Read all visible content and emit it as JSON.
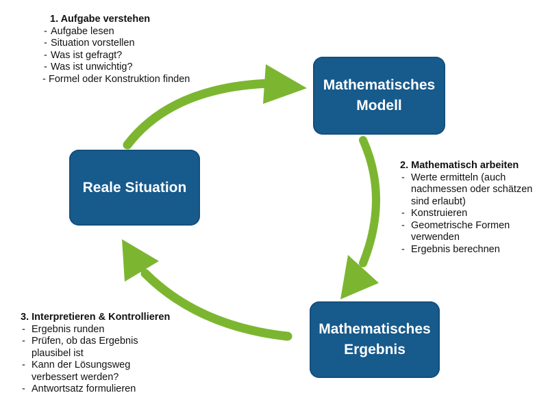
{
  "diagram": {
    "title": "Modellierungskreislauf",
    "colors": {
      "box": "#175a8c",
      "arrow": "#7cb631",
      "text": "#111111",
      "box_text": "#ffffff"
    },
    "boxes": {
      "model": {
        "line1": "Mathematisches",
        "line2": "Modell"
      },
      "real": {
        "line1": "Reale Situation"
      },
      "result": {
        "line1": "Mathematisches",
        "line2": "Ergebnis"
      }
    },
    "steps": [
      {
        "title": "1.  Aufgabe verstehen",
        "items": [
          "Aufgabe lesen",
          "Situation vorstellen",
          "Was ist gefragt?",
          "Was ist unwichtig?",
          "Formel oder Konstruktion finden"
        ]
      },
      {
        "title": "2. Mathematisch arbeiten",
        "items": [
          "Werte ermitteln (auch nachmessen oder schätzen sind erlaubt)",
          "Konstruieren",
          "Geometrische Formen verwenden",
          "Ergebnis berechnen"
        ]
      },
      {
        "title": "3. Interpretieren & Kontrollieren",
        "items": [
          "Ergebnis runden",
          "Prüfen, ob das Ergebnis plausibel ist",
          "Kann der Lösungsweg verbessert werden?",
          "Antwortsatz formulieren"
        ]
      }
    ],
    "arrows": [
      {
        "from": "Reale Situation",
        "to": "Mathematisches Modell"
      },
      {
        "from": "Mathematisches Modell",
        "to": "Mathematisches Ergebnis"
      },
      {
        "from": "Mathematisches Ergebnis",
        "to": "Reale Situation"
      }
    ]
  }
}
